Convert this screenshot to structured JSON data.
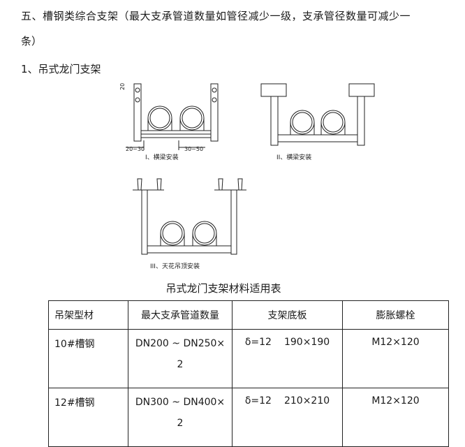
{
  "section": {
    "title": "五、槽钢类综合支架（最大支承管道数量如管径减少一级，支承管径数量可减少一",
    "title_cont": "条）"
  },
  "subsection": {
    "title": "1、吊式龙门支架"
  },
  "figures": {
    "fig1": {
      "caption": "I、横梁安装",
      "dim_left": "20~30",
      "dim_right": "30~50",
      "dim_top": "20"
    },
    "fig2": {
      "caption": "II、横梁安装"
    },
    "fig3": {
      "caption": "III、天花吊顶安装"
    }
  },
  "table": {
    "caption": "吊式龙门支架材料适用表",
    "headers": [
      "吊架型材",
      "最大支承管道数量",
      "支架底板",
      "膨胀螺栓"
    ],
    "rows": [
      {
        "material": "10#槽钢",
        "pipes_1": "DN200 ~ DN250×",
        "pipes_2": "2",
        "plate_a": "δ=12",
        "plate_b": "190×190",
        "bolt": "M12×120"
      },
      {
        "material": "12#槽钢",
        "pipes_1": "DN300 ~ DN400×",
        "pipes_2": "2",
        "plate_a": "δ=12",
        "plate_b": "210×210",
        "bolt": "M12×120"
      }
    ]
  }
}
